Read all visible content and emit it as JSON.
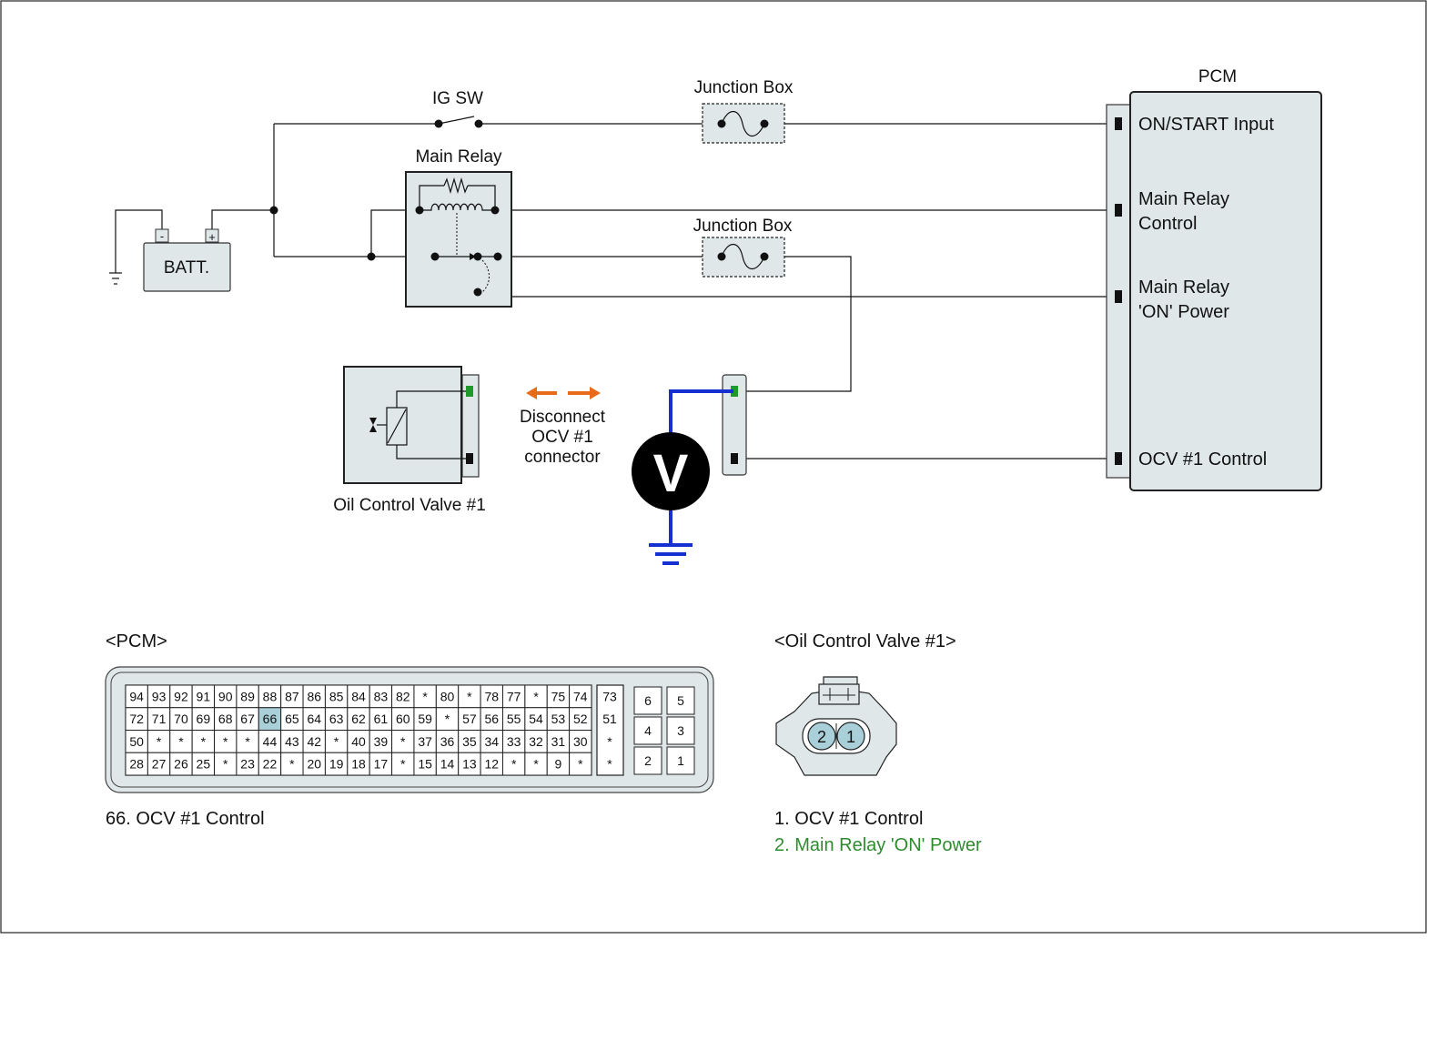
{
  "circuit": {
    "ig_sw_label": "IG SW",
    "junction_box_1_label": "Junction Box",
    "junction_box_2_label": "Junction Box",
    "main_relay_label": "Main Relay",
    "battery_label": "BATT.",
    "battery_neg": "-",
    "battery_pos": "+",
    "pcm_label": "PCM",
    "pcm_terminals": {
      "on_start": "ON/START Input",
      "relay_control_1": "Main Relay",
      "relay_control_2": "Control",
      "relay_power_1": "Main Relay",
      "relay_power_2": "'ON' Power",
      "ocv_control": "OCV #1 Control"
    },
    "ocv_label": "Oil Control Valve #1",
    "disconnect_1": "Disconnect",
    "disconnect_2": "OCV #1",
    "disconnect_3": "connector",
    "voltmeter_label": "V"
  },
  "pcm_connector": {
    "title": "<PCM>",
    "highlight_pin": "66",
    "rows": [
      [
        "94",
        "93",
        "92",
        "91",
        "90",
        "89",
        "88",
        "87",
        "86",
        "85",
        "84",
        "83",
        "82",
        "*",
        "80",
        "*",
        "78",
        "77",
        "*",
        "75",
        "74"
      ],
      [
        "72",
        "71",
        "70",
        "69",
        "68",
        "67",
        "66",
        "65",
        "64",
        "63",
        "62",
        "61",
        "60",
        "59",
        "*",
        "57",
        "56",
        "55",
        "54",
        "53",
        "52"
      ],
      [
        "50",
        "*",
        "*",
        "*",
        "*",
        "*",
        "44",
        "43",
        "42",
        "*",
        "40",
        "39",
        "*",
        "37",
        "36",
        "35",
        "34",
        "33",
        "32",
        "31",
        "30"
      ],
      [
        "28",
        "27",
        "26",
        "25",
        "*",
        "23",
        "22",
        "*",
        "20",
        "19",
        "18",
        "17",
        "*",
        "15",
        "14",
        "13",
        "12",
        "*",
        "*",
        "9",
        "*"
      ]
    ],
    "side_col": [
      "73",
      "51",
      "*",
      "*"
    ],
    "right_block": [
      [
        "6",
        "5"
      ],
      [
        "4",
        "3"
      ],
      [
        "2",
        "1"
      ]
    ],
    "caption": "66. OCV #1 Control"
  },
  "ocv_connector": {
    "title": "<Oil Control Valve #1>",
    "pins": [
      "2",
      "1"
    ],
    "caption_1": "1. OCV #1 Control",
    "caption_2": "2. Main Relay 'ON' Power",
    "caption_2_color": "#2e8b2e"
  },
  "colors": {
    "fill": "#dfe7e8",
    "probe": "#1530d0",
    "arrow": "#e86a1a",
    "green_pin": "#1f9a2a",
    "highlight": "#a9cfd9"
  }
}
